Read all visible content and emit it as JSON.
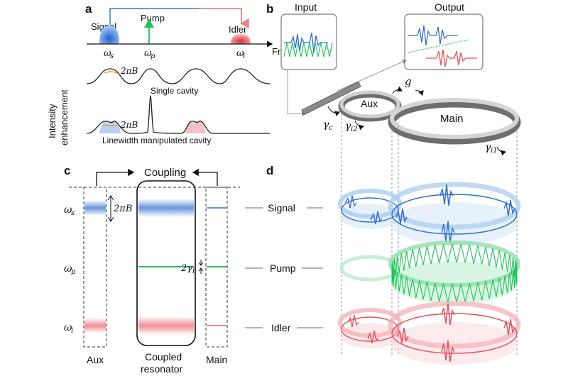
{
  "panels": {
    "a": "a",
    "b": "b",
    "c": "c",
    "d": "d"
  },
  "a": {
    "signal": "Signal",
    "pump": "Pump",
    "idler": "Idler",
    "omega": "ω",
    "sub_s": "s",
    "sub_p": "p",
    "sub_i": "i",
    "frequency": "Frequency",
    "intensity_1": "Intensity",
    "intensity_2": "enhancement",
    "bw": "2πB",
    "single_cavity": "Single cavity",
    "linewidth_cavity": "Linewidth manipulated cavity"
  },
  "b": {
    "input": "Input",
    "output": "Output",
    "aux": "Aux",
    "main": "Main",
    "g": "g",
    "gamma": "γ",
    "sub_c": "c",
    "sub_i2": "i2",
    "sub_i1": "i1"
  },
  "c": {
    "coupling": "Coupling",
    "omega": "ω",
    "sub_s": "s",
    "sub_p": "p",
    "sub_i": "i",
    "bw": "2πB",
    "two_gamma": "2γ",
    "sub_i_gamma": "i",
    "aux": "Aux",
    "coupled_1": "Coupled",
    "coupled_2": "resonator",
    "main": "Main"
  },
  "d": {
    "signal": "Signal",
    "pump": "Pump",
    "idler": "Idler"
  },
  "colors": {
    "signal": "#2f6fd6",
    "pump": "#1fc45a",
    "idler": "#e8525a",
    "arrow_blue": "#4f8fe0",
    "arrow_red": "#e8858a"
  }
}
